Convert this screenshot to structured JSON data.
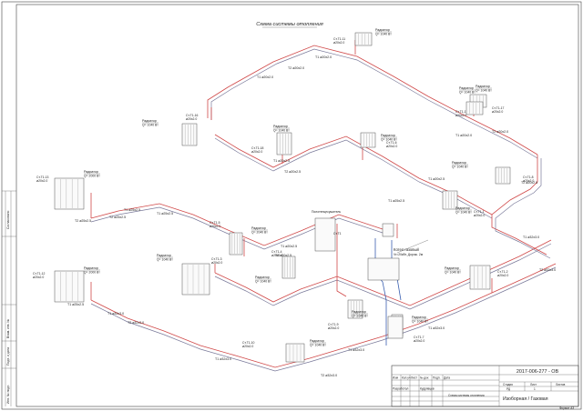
{
  "drawing": {
    "title": "Схема системы отопления",
    "code": "2017-006-277 - ОВ",
    "sheet_name": "Схема системы отопления",
    "building": "Изоборная / Газовая",
    "format": "Формат А3"
  },
  "stamp_cols": [
    "Изм",
    "Кол.уч",
    "Лист",
    "№ док",
    "Подп.",
    "Дата"
  ],
  "stamp_roles": [
    {
      "role": "Разработал",
      "name": "Кудрявцев"
    }
  ],
  "stamp_stage": {
    "h1": "Стадия",
    "h2": "Лист",
    "h3": "Листов",
    "v1": "РД",
    "v2": "1",
    "v3": ""
  },
  "side_labels": [
    "Согласовано",
    "Взам. инв. №",
    "Подп. и дата",
    "Инв. № подл."
  ],
  "radiators": [
    {
      "id": "r1",
      "name": "Радиатор",
      "power": "Q= 1040 Вт",
      "tag": "Ст.Т1-11",
      "spec": "ø20х2.0"
    },
    {
      "id": "r2",
      "name": "Радиатор",
      "power": "Q= 1040 Вт",
      "tag": "Ст.Т1-17",
      "spec": "ø20х2.0"
    },
    {
      "id": "r3",
      "name": "Радиатор",
      "power": "Q= 1040 Вт",
      "tag": "Ст.Т1-18",
      "spec": "ø20х2.0"
    },
    {
      "id": "r4",
      "name": "Радиатор",
      "power": "Q= 1040 Вт",
      "tag": "Ст.Т1-17",
      "spec": "ø20х2.0"
    },
    {
      "id": "r5",
      "name": "Радиатор",
      "power": "Q= 1040 Вт",
      "tag": "Ст.Т1-6",
      "spec": "ø20х2.0"
    },
    {
      "id": "r6",
      "name": "Радиатор",
      "power": "Q= 2000 Вт",
      "tag": "Ст.Т1-13",
      "spec": "ø20х2.0"
    },
    {
      "id": "r7",
      "name": "Радиатор",
      "power": "Q= 2000 Вт",
      "tag": "Ст.Т1-12",
      "spec": "ø20х2.0"
    },
    {
      "id": "r8",
      "name": "Радиатор",
      "power": "Q= 1040 Вт",
      "tag": "Ст.Т1-16",
      "spec": "ø20х2.0"
    },
    {
      "id": "r9",
      "name": "Радиатор",
      "power": "Q= 1040 Вт",
      "tag": "Ст.Т1-8",
      "spec": "ø20х2.0"
    },
    {
      "id": "r10",
      "name": "Радиатор",
      "power": "Q= 2040 Вт",
      "tag": "Ст.Т1-5",
      "spec": "ø20х2.0"
    },
    {
      "id": "r11",
      "name": "Радиатор",
      "power": "Q= 1040 Вт",
      "tag": "Ст.Т1-4",
      "spec": "ø20х2.0"
    },
    {
      "id": "r12",
      "name": "Радиатор",
      "power": "Q= 1040 Вт",
      "tag": "Ст.Т1-3",
      "spec": "ø20х2.0"
    },
    {
      "id": "r13",
      "name": "Радиатор",
      "power": "Q= 1040 Вт",
      "tag": "Ст.Т1-2",
      "spec": "ø20х2.0"
    },
    {
      "id": "r14",
      "name": "Радиатор",
      "power": "Q= 1040 Вт",
      "tag": "Ст.Т1-1",
      "spec": "ø20х2.0"
    },
    {
      "id": "r15",
      "name": "Радиатор",
      "power": "Q= 1040 Вт",
      "tag": "Ст.Т1-9",
      "spec": "ø20х2.0"
    },
    {
      "id": "r16",
      "name": "Радиатор",
      "power": "Q= 1040 Вт",
      "tag": "Ст.Т1-7",
      "spec": "ø20х2.0"
    },
    {
      "id": "r17",
      "name": "Радиатор",
      "power": "Q= 1040 Вт",
      "tag": "Ст.Т1-10",
      "spec": "ø20х2.0"
    }
  ],
  "pipe_labels": [
    "Т1 ø20х2.0",
    "Т2 ø20х2.0",
    "Т1 ø20х2.5",
    "Т2 ø20х2.5",
    "Т1 ø25х2.5",
    "Т2 ø25х2.5",
    "Т1 ø32х3.0",
    "Т2 ø32х3.0"
  ],
  "equipment": {
    "boiler_label": "Котел газовый",
    "boiler_spec": "Vr=20кВт, Дорож. 2м",
    "tank_label": "Полотенцесушитель",
    "node_label": "Ст.Т1"
  }
}
